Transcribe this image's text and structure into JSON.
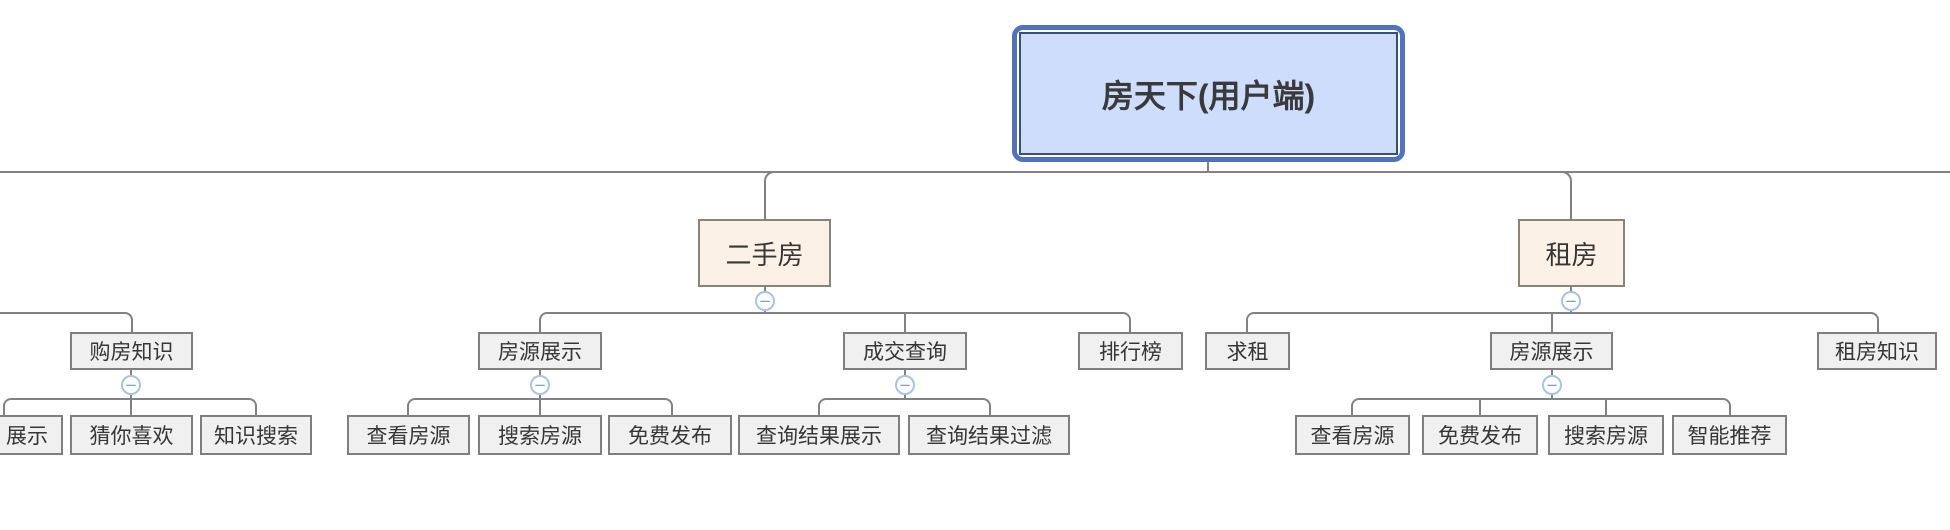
{
  "ui": {
    "collapse_symbol": "−",
    "canvas_background": "#ffffff"
  },
  "colors": {
    "connector": "#828282",
    "topic_fill": "#f0f0f0",
    "topic_border": "#7f7f7f",
    "branch_fill": "#fcf1e6",
    "branch_border": "#8a8478",
    "root_fill": "#cdddfb",
    "root_inner_border": "#3a4f74",
    "root_selection_ring": "#5173bc",
    "text": "#363636",
    "collapse_border": "#a9c2e9",
    "collapse_glyph": "#7d9ecf"
  },
  "nodes": {
    "root": {
      "label": "房天下(用户端)",
      "selected": true
    },
    "ershoufang": {
      "label": "二手房"
    },
    "zufang": {
      "label": "租房"
    },
    "goufang_zhishi": {
      "label": "购房知识"
    },
    "fangyuan_zhanshi_esf": {
      "label": "房源展示"
    },
    "chengjiao_chaxun": {
      "label": "成交查询"
    },
    "paihangbang": {
      "label": "排行榜"
    },
    "qiuzu": {
      "label": "求租"
    },
    "fangyuan_zhanshi_zf": {
      "label": "房源展示"
    },
    "zufang_zhishi": {
      "label": "租房知识"
    },
    "zhanshi_clipped": {
      "label": "展示",
      "clipped_at_left_edge": true
    },
    "cai_ni_xihuan": {
      "label": "猜你喜欢"
    },
    "zhishi_sousuo": {
      "label": "知识搜索"
    },
    "chakan_fangyuan_esf": {
      "label": "查看房源"
    },
    "sousuo_fangyuan_esf": {
      "label": "搜索房源"
    },
    "mianfei_fabu_esf": {
      "label": "免费发布"
    },
    "chaxun_jieguo_zhanshi": {
      "label": "查询结果展示"
    },
    "chaxun_jieguo_guolv": {
      "label": "查询结果过滤"
    },
    "chakan_fangyuan_zf": {
      "label": "查看房源"
    },
    "mianfei_fabu_zf": {
      "label": "免费发布"
    },
    "sousuo_fangyuan_zf": {
      "label": "搜索房源"
    },
    "zhineng_tuijian": {
      "label": "智能推荐"
    }
  },
  "hierarchy": {
    "root": [
      "ershoufang",
      "zufang"
    ],
    "offscreen_left_parent": [
      "goufang_zhishi"
    ],
    "goufang_zhishi": [
      "zhanshi_clipped",
      "cai_ni_xihuan",
      "zhishi_sousuo"
    ],
    "ershoufang": [
      "fangyuan_zhanshi_esf",
      "chengjiao_chaxun",
      "paihangbang"
    ],
    "fangyuan_zhanshi_esf": [
      "chakan_fangyuan_esf",
      "sousuo_fangyuan_esf",
      "mianfei_fabu_esf"
    ],
    "chengjiao_chaxun": [
      "chaxun_jieguo_zhanshi",
      "chaxun_jieguo_guolv"
    ],
    "zufang": [
      "qiuzu",
      "fangyuan_zhanshi_zf",
      "zufang_zhishi"
    ],
    "fangyuan_zhanshi_zf": [
      "chakan_fangyuan_zf",
      "mianfei_fabu_zf",
      "sousuo_fangyuan_zf",
      "zhineng_tuijian"
    ]
  }
}
